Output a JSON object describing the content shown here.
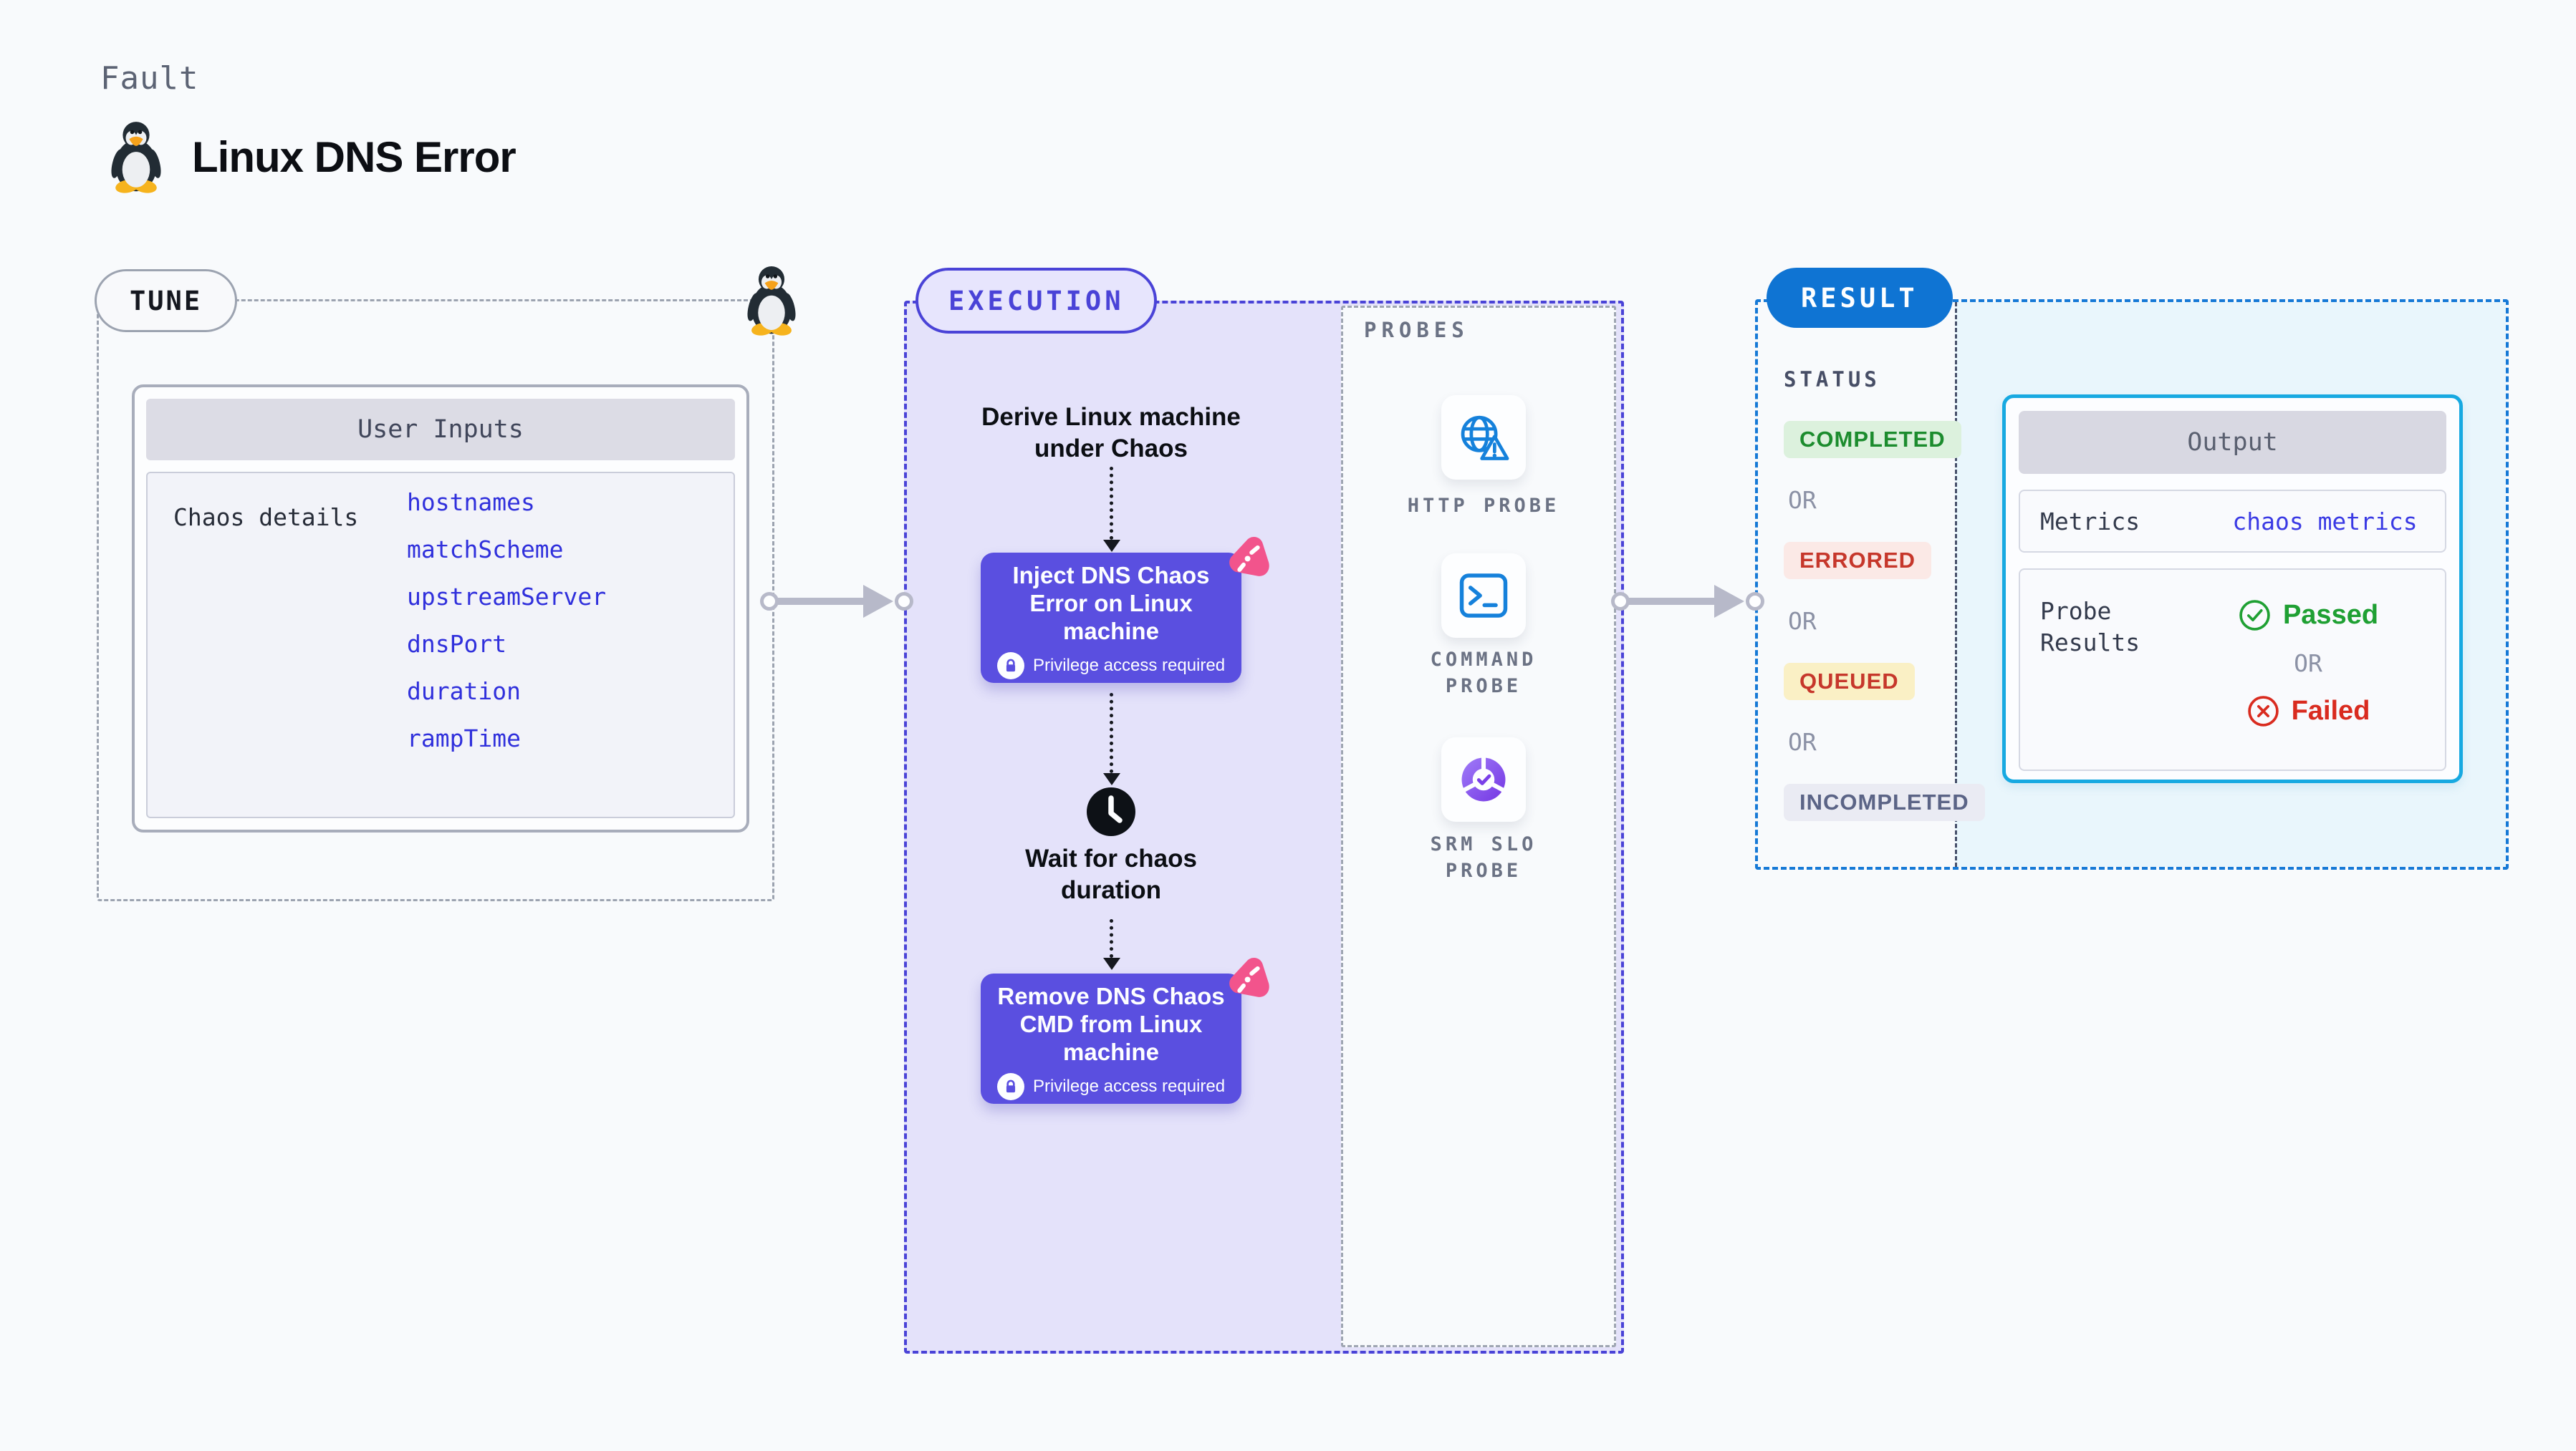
{
  "header": {
    "kind": "Fault",
    "title": "Linux DNS Error"
  },
  "tune": {
    "badge": "TUNE",
    "table": {
      "header": "User Inputs",
      "row_label": "Chaos details",
      "values": [
        "hostnames",
        "matchScheme",
        "upstreamServer",
        "dnsPort",
        "duration",
        "rampTime"
      ]
    }
  },
  "execution": {
    "badge": "EXECUTION",
    "derive_label": "Derive Linux machine under Chaos",
    "inject": {
      "title": "Inject DNS Chaos Error on Linux machine",
      "note": "Privilege access required"
    },
    "wait_label": "Wait for chaos duration",
    "remove": {
      "title": "Remove DNS Chaos CMD from Linux machine",
      "note": "Privilege access required"
    }
  },
  "probes": {
    "label": "PROBES",
    "items": [
      {
        "name": "HTTP PROBE",
        "icon": "globe-alert-icon"
      },
      {
        "name": "COMMAND PROBE",
        "icon": "terminal-icon"
      },
      {
        "name": "SRM SLO PROBE",
        "icon": "slo-donut-icon"
      }
    ]
  },
  "result": {
    "badge": "RESULT",
    "status": {
      "label": "STATUS",
      "or_label": "OR",
      "badges": [
        {
          "text": "COMPLETED",
          "fg": "#1C8C2E",
          "bg": "#DCF1DD"
        },
        {
          "text": "ERRORED",
          "fg": "#C6372B",
          "bg": "#FBE9E6"
        },
        {
          "text": "QUEUED",
          "fg": "#C6372B",
          "bg": "#FAF0C5"
        },
        {
          "text": "INCOMPLETED",
          "fg": "#5B6486",
          "bg": "#EAEBF3"
        }
      ]
    },
    "output": {
      "header": "Output",
      "metrics_label": "Metrics",
      "metrics_value": "chaos metrics",
      "probe_results_label": "Probe Results",
      "passed_label": "Passed",
      "or_label": "OR",
      "failed_label": "Failed"
    }
  },
  "colors": {
    "accent_indigo": "#4A43D7",
    "node_indigo": "#5A4FE0",
    "result_blue": "#0F74D3",
    "output_border": "#17A9E1",
    "passed_green": "#1FA033",
    "failed_red": "#D92B1F",
    "link_blue": "#3030DC",
    "chaos_pink": "#F2548C",
    "probe_icon_blue": "#1581DB"
  }
}
